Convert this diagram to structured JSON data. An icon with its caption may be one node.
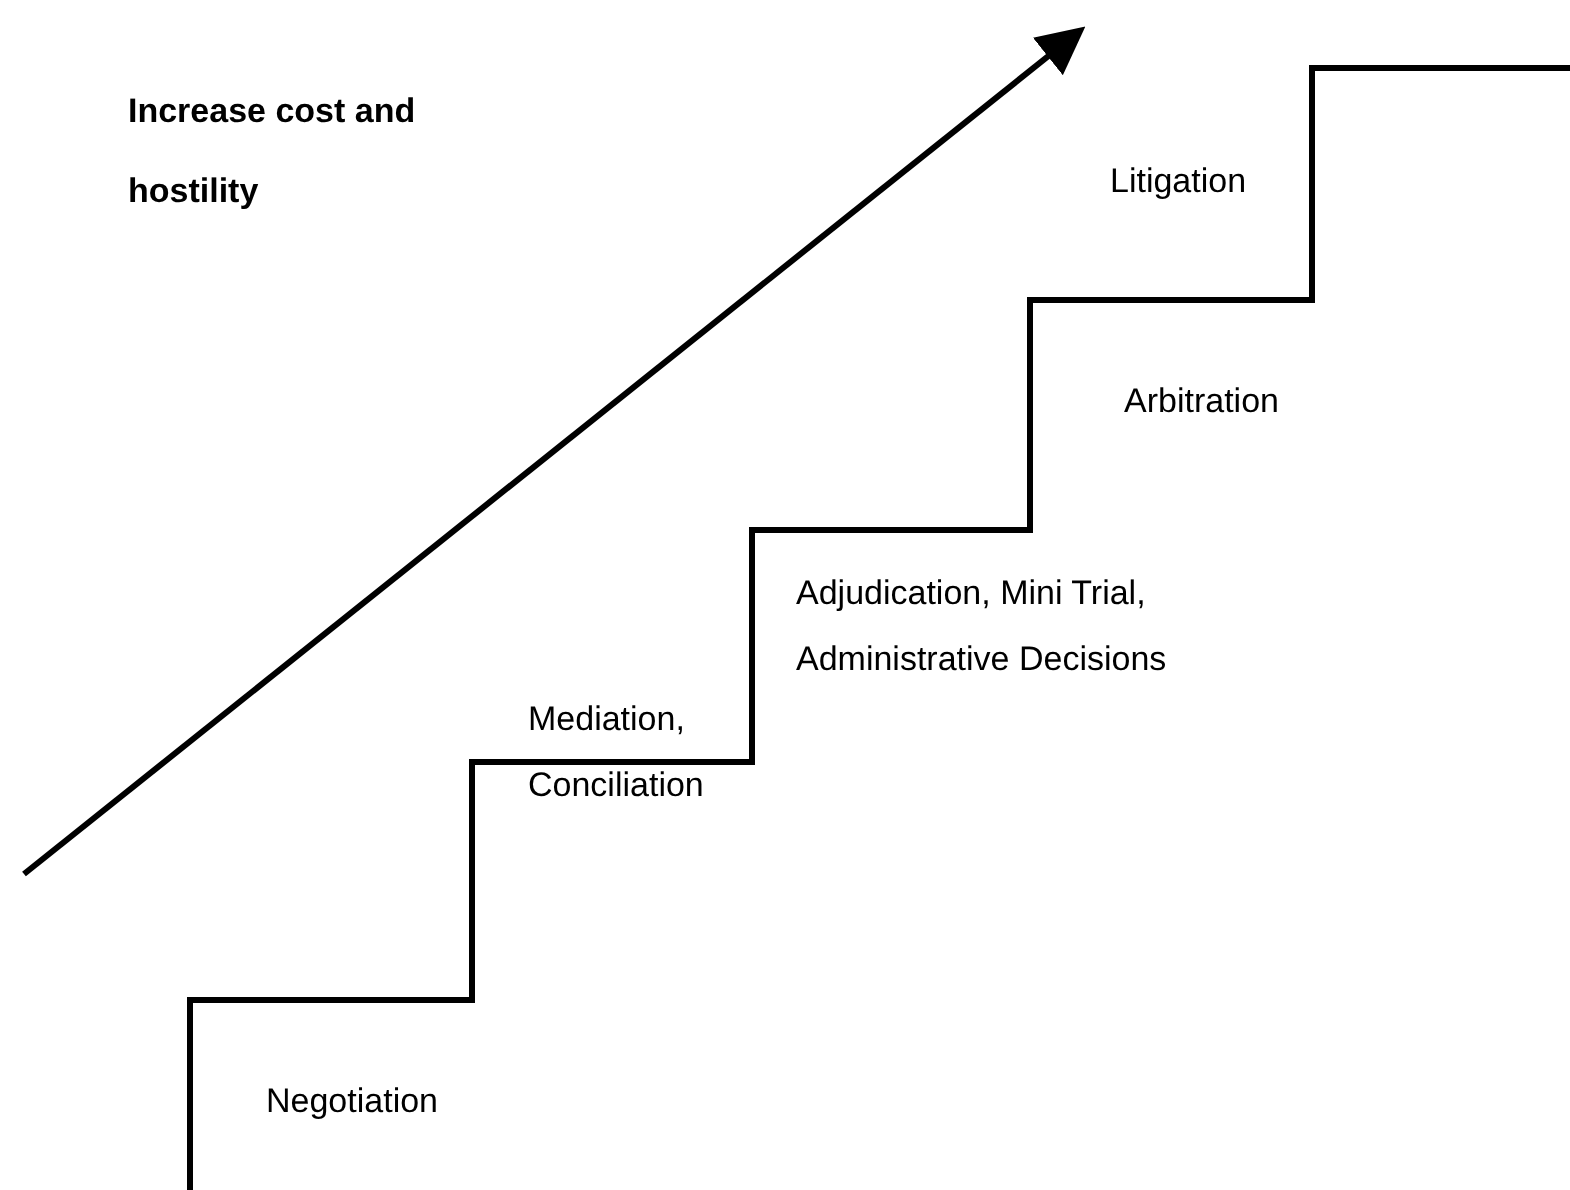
{
  "diagram": {
    "labels": [
      "Increase cost and hostility",
      "Litigation",
      "Arbitration",
      "Adjudication, Mini Trial, Administrative Decisions",
      "Mediation, Conciliation",
      "Negotiation"
    ]
  }
}
